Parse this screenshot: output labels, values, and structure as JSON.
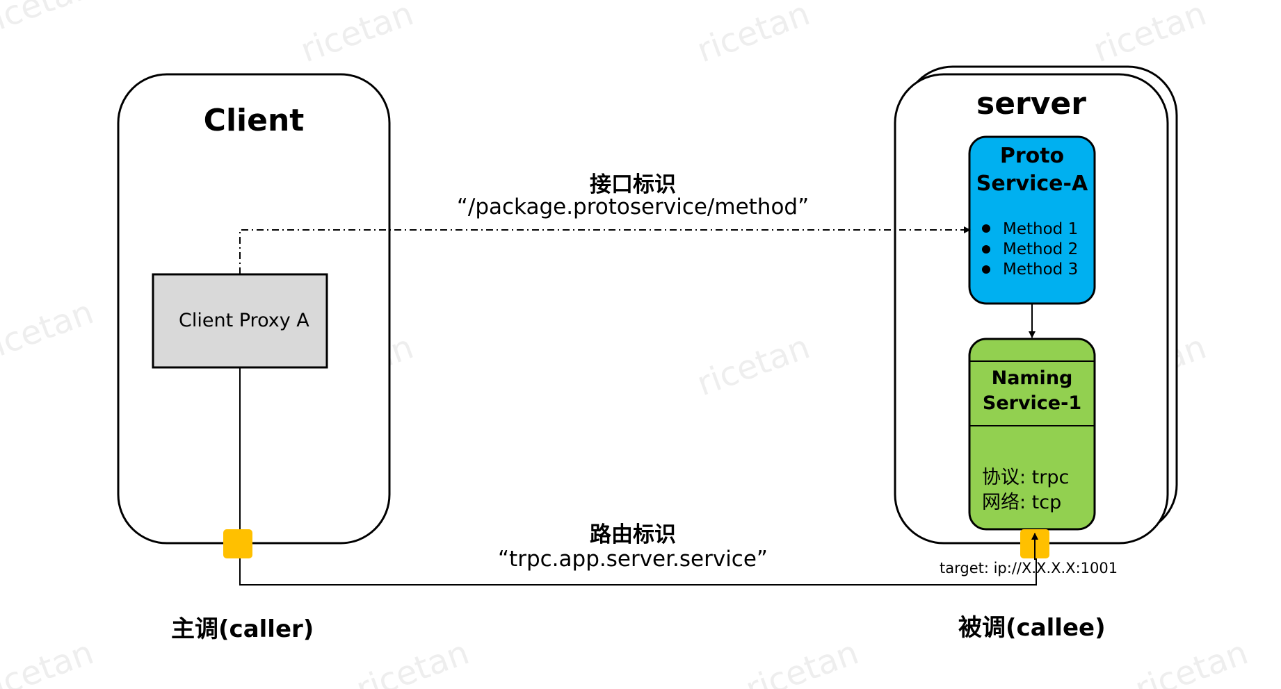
{
  "client": {
    "title": "Client",
    "proxy": "Client Proxy A"
  },
  "server": {
    "title": "server",
    "proto_service": {
      "title_line1": "Proto",
      "title_line2": "Service-A",
      "methods": [
        "Method 1",
        "Method 2",
        "Method 3"
      ]
    },
    "naming_service": {
      "title_line1": "Naming",
      "title_line2": "Service-1",
      "protocol": "协议: trpc",
      "network": "网络: tcp"
    }
  },
  "edges": {
    "interface_id": {
      "label": "接口标识",
      "value": "“/package.protoservice/method”"
    },
    "route_id": {
      "label": "路由标识",
      "value": "“trpc.app.server.service”"
    },
    "target": "target: ip://X.X.X.X:1001"
  },
  "roles": {
    "caller": "主调(caller)",
    "callee": "被调(callee)"
  },
  "watermark": "ricetan",
  "colors": {
    "proto_fill": "#00B0F0",
    "naming_fill": "#92D050",
    "proxy_fill": "#D9D9D9",
    "port_fill": "#FFC000"
  }
}
